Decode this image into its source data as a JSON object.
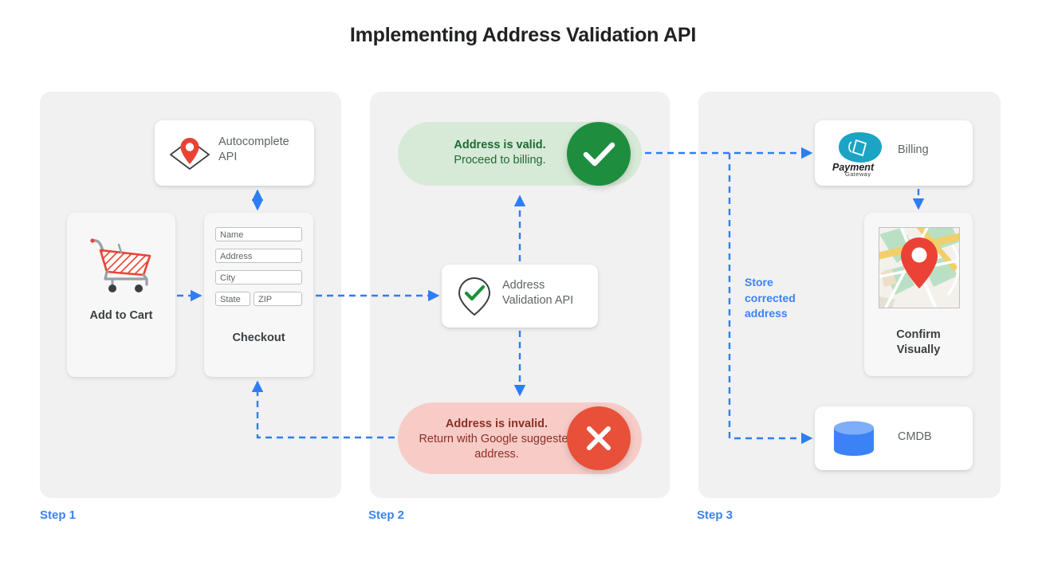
{
  "title": "Implementing Address Validation API",
  "theme": {
    "page_bg": "#ffffff",
    "panel_bg": "#f1f1f2",
    "accent_blue": "#3b82f6",
    "valid_bg": "#d7ead7",
    "valid_circle": "#1e8e3e",
    "valid_text": "#1e6b34",
    "invalid_bg": "#f7ccc7",
    "invalid_circle": "#e8503a",
    "invalid_text": "#8c2f26",
    "body_text": "#5f6368",
    "caption_text": "#3c4043"
  },
  "steps": [
    {
      "label": "Step 1"
    },
    {
      "label": "Step 2"
    },
    {
      "label": "Step 3"
    }
  ],
  "step1": {
    "autocomplete_card": {
      "icon": "map-pin-diamond-icon",
      "label": "Autocomplete API"
    },
    "add_to_cart_card": {
      "icon": "shopping-cart-icon",
      "caption": "Add to Cart"
    },
    "checkout_card": {
      "caption": "Checkout",
      "fields": [
        {
          "name": "name-field",
          "placeholder": "Name"
        },
        {
          "name": "address-field",
          "placeholder": "Address"
        },
        {
          "name": "city-field",
          "placeholder": "City"
        },
        {
          "name": "state-field",
          "placeholder": "State"
        },
        {
          "name": "zip-field",
          "placeholder": "ZIP"
        }
      ]
    }
  },
  "step2": {
    "valid_pill": {
      "headline": "Address is valid.",
      "detail": "Proceed to billing.",
      "icon": "check-circle-icon"
    },
    "invalid_pill": {
      "headline": "Address is invalid.",
      "detail_line1": "Return with Google",
      "detail_line2": "suggested address.",
      "icon": "x-circle-icon"
    },
    "validation_card": {
      "icon": "pin-check-icon",
      "label": "Address Validation API"
    }
  },
  "step3": {
    "billing_card": {
      "icon": "payment-gateway-logo",
      "logo_word_1": "Payment",
      "logo_word_2": "Gateway",
      "label": "Billing"
    },
    "confirm_card": {
      "icon": "map-thumbnail-icon",
      "caption_line1": "Confirm",
      "caption_line2": "Visually"
    },
    "cmdb_card": {
      "icon": "database-cylinder-icon",
      "label": "CMDB"
    },
    "store_note": {
      "line1": "Store",
      "line2": "corrected",
      "line3": "address"
    }
  }
}
